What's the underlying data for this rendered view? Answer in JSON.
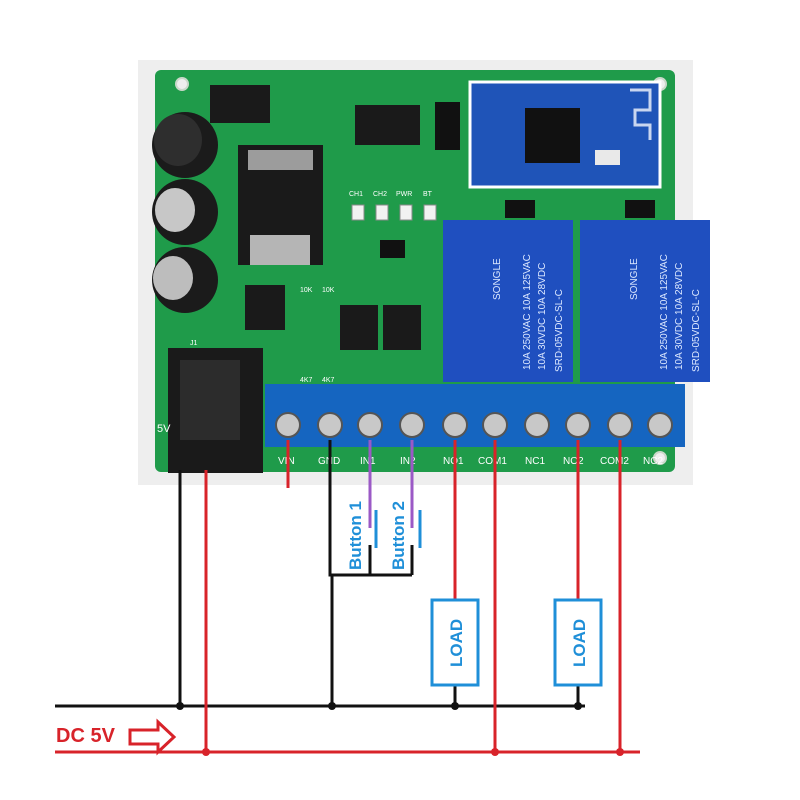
{
  "input": {
    "supply_label": "DC 5V"
  },
  "board": {
    "input_jack_label": "5V",
    "terminals": [
      "VIN",
      "GND",
      "IN1",
      "IN2",
      "NO1",
      "COM1",
      "NC1",
      "NO2",
      "COM2",
      "NC2"
    ],
    "led_labels": [
      "CH1",
      "CH2",
      "PWR",
      "BT"
    ],
    "resistor_labels": [
      "10K",
      "10K",
      "4K7",
      "4K7"
    ],
    "jack_ref": "J1",
    "relays": [
      {
        "brand": "SONGLE",
        "model": "SRD-05VDC-SL-C",
        "rating1": "10A 250VAC 10A 125VAC",
        "rating2": "10A 30VDC 10A 28VDC"
      },
      {
        "brand": "SONGLE",
        "model": "SRD-05VDC-SL-C",
        "rating1": "10A 250VAC 10A 125VAC",
        "rating2": "10A 30VDC 10A 28VDC"
      }
    ]
  },
  "buttons": [
    {
      "label": "Button 1"
    },
    {
      "label": "Button 2"
    }
  ],
  "loads": [
    {
      "label": "LOAD"
    },
    {
      "label": "LOAD"
    }
  ],
  "colors": {
    "pcb": "#1f9b4a",
    "terminal_block": "#1565c0",
    "relay": "#1f4fbf",
    "wire_red": "#d8232a",
    "wire_black": "#111111",
    "wire_purple": "#9b59c6",
    "label_blue": "#1f8fd8"
  }
}
